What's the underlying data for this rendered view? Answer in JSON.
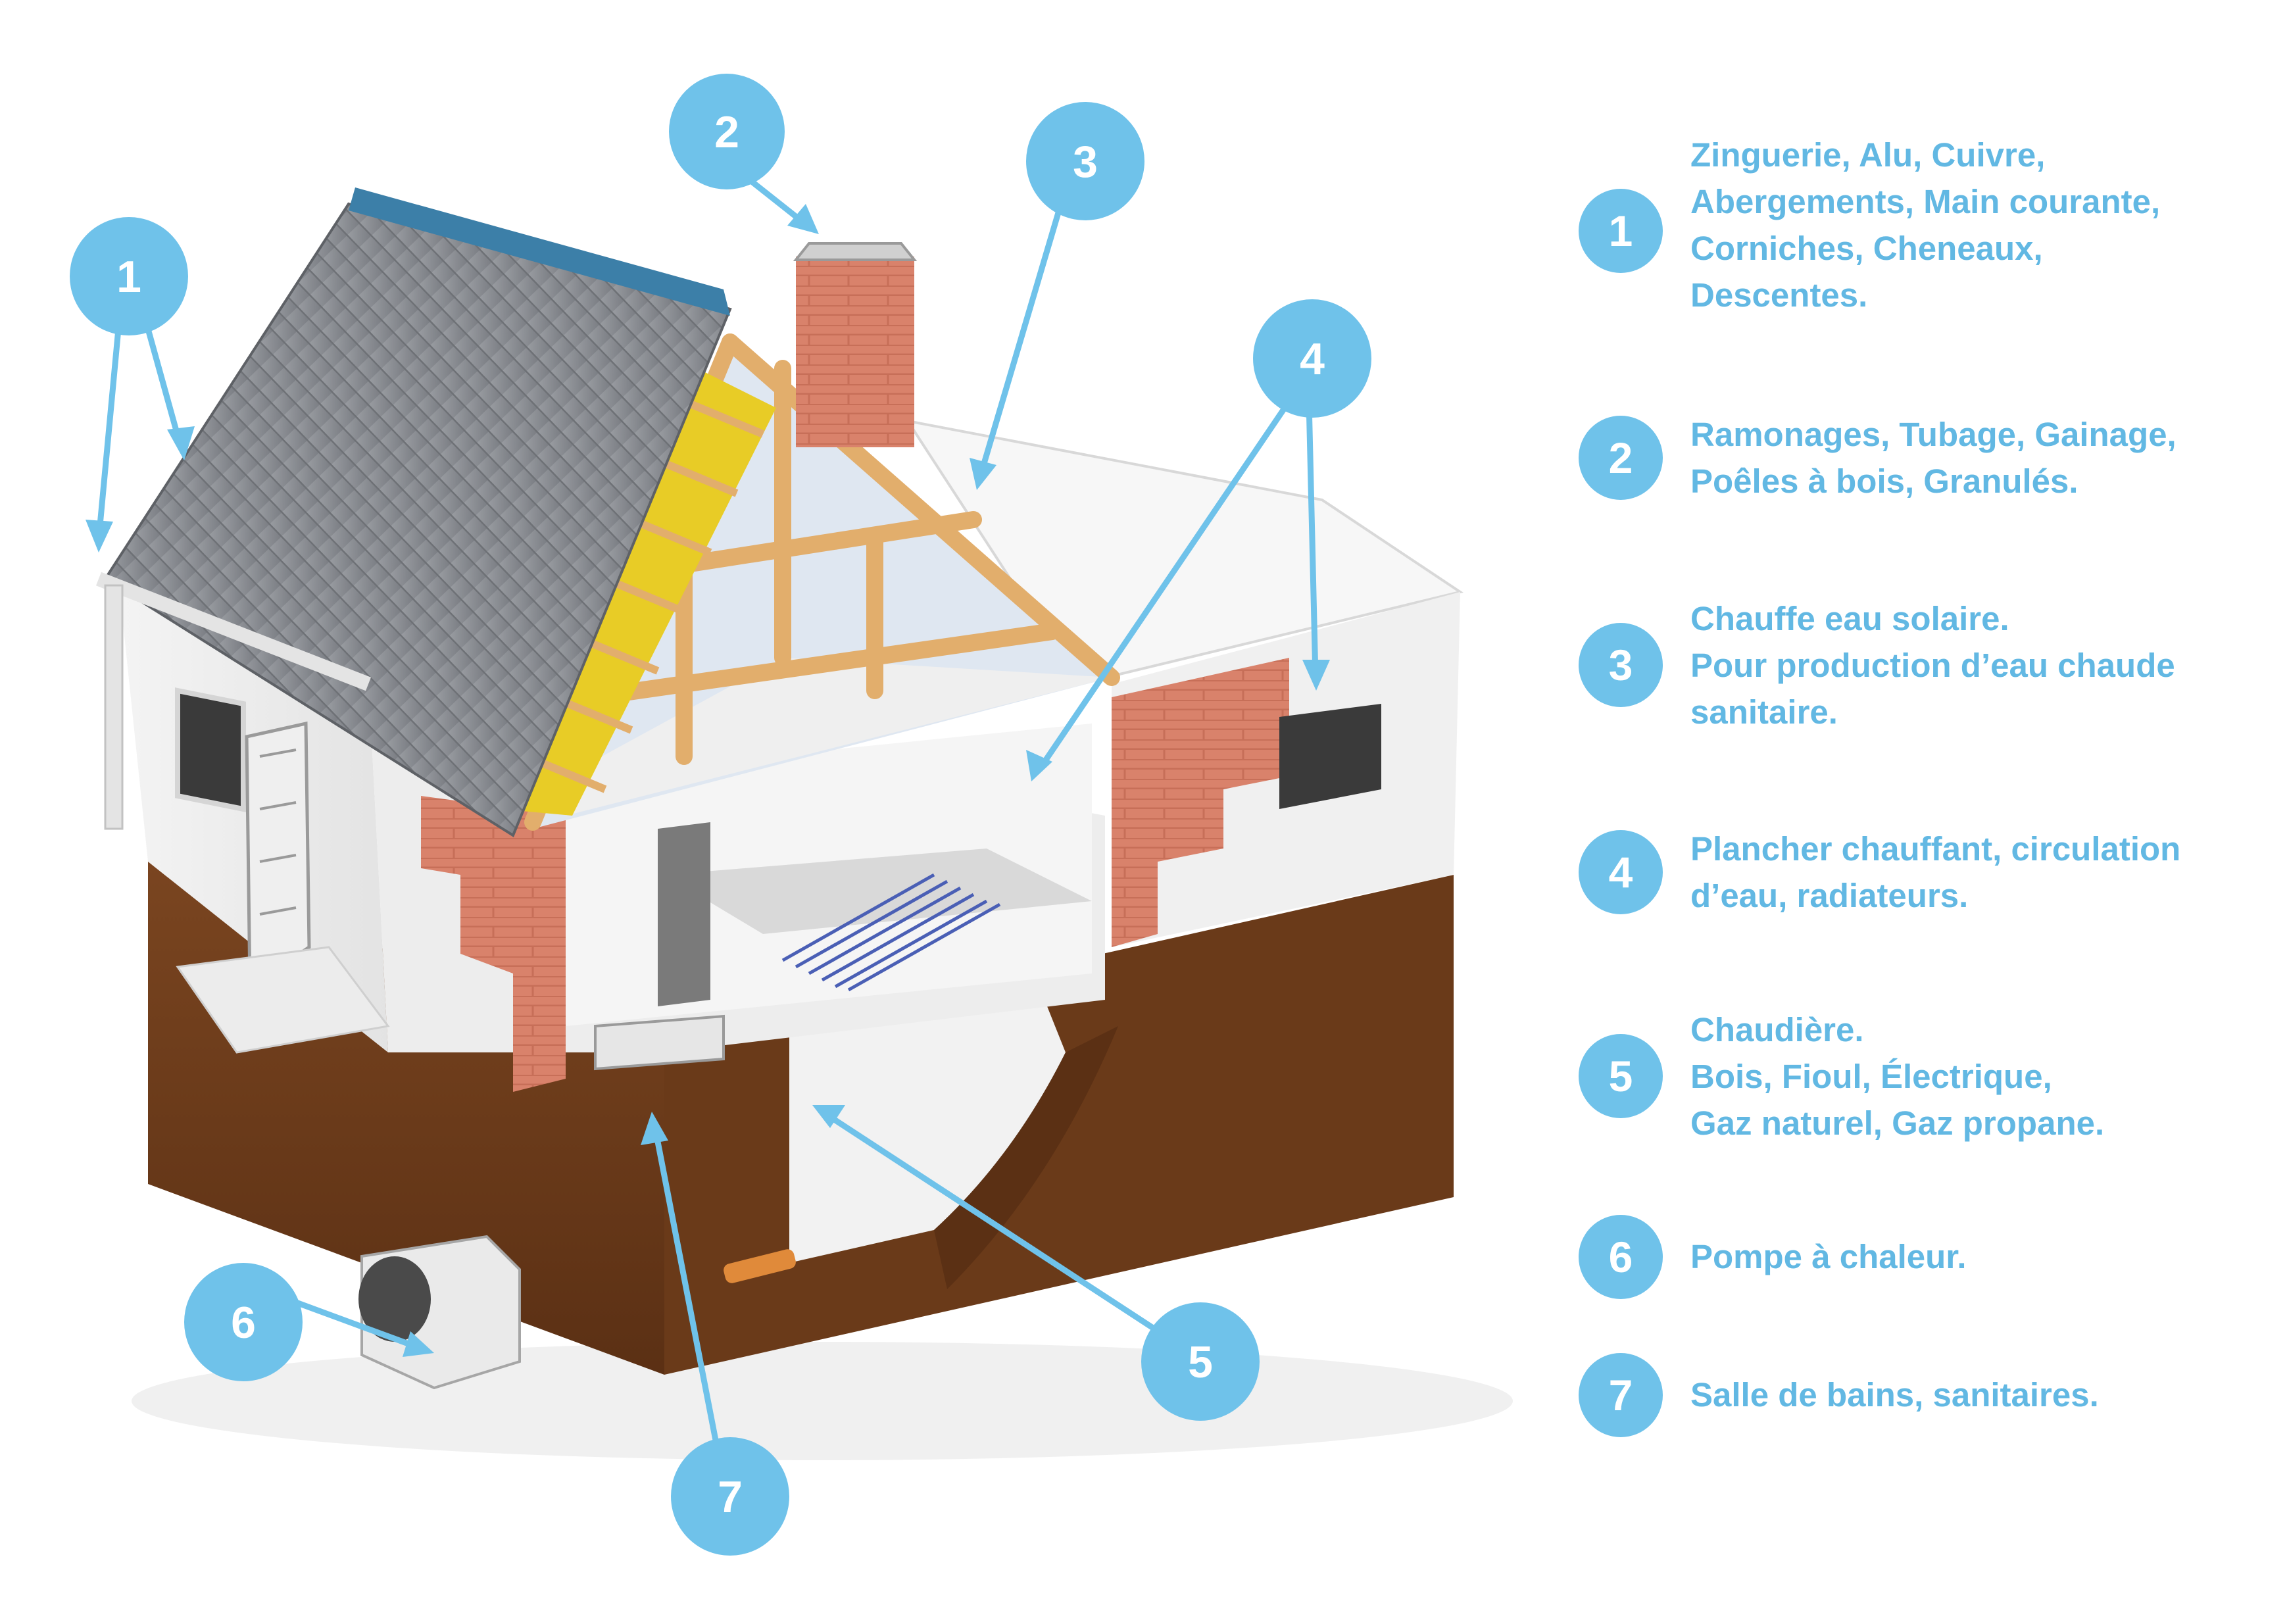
{
  "colors": {
    "accent": "#6fc2ea",
    "legend_text": "#62b8e3",
    "roof": "#8a8d92",
    "brick": "#d9816a",
    "timber": "#e9b87a",
    "soil": "#6e3d1a",
    "insulation": "#e8cc26"
  },
  "callouts": [
    {
      "label": "1"
    },
    {
      "label": "2"
    },
    {
      "label": "3"
    },
    {
      "label": "4"
    },
    {
      "label": "5"
    },
    {
      "label": "6"
    },
    {
      "label": "7"
    }
  ],
  "legend": [
    {
      "number": "1",
      "lines": [
        "Zinguerie, Alu, Cuivre,",
        "Abergements, Main courante,",
        "Corniches, Cheneaux,",
        "Descentes."
      ]
    },
    {
      "number": "2",
      "lines": [
        "Ramonages, Tubage, Gainage,",
        "Poêles à bois, Granulés."
      ]
    },
    {
      "number": "3",
      "lines": [
        "Chauffe eau solaire.",
        "Pour production d’eau chaude",
        "sanitaire."
      ]
    },
    {
      "number": "4",
      "lines": [
        "Plancher chauffant, circulation",
        "d’eau, radiateurs."
      ]
    },
    {
      "number": "5",
      "lines": [
        "Chaudière.",
        "Bois, Fioul, Électrique,",
        "Gaz naturel, Gaz propane."
      ]
    },
    {
      "number": "6",
      "lines": [
        "Pompe à chaleur."
      ]
    },
    {
      "number": "7",
      "lines": [
        "Salle de bains, sanitaires."
      ]
    }
  ]
}
